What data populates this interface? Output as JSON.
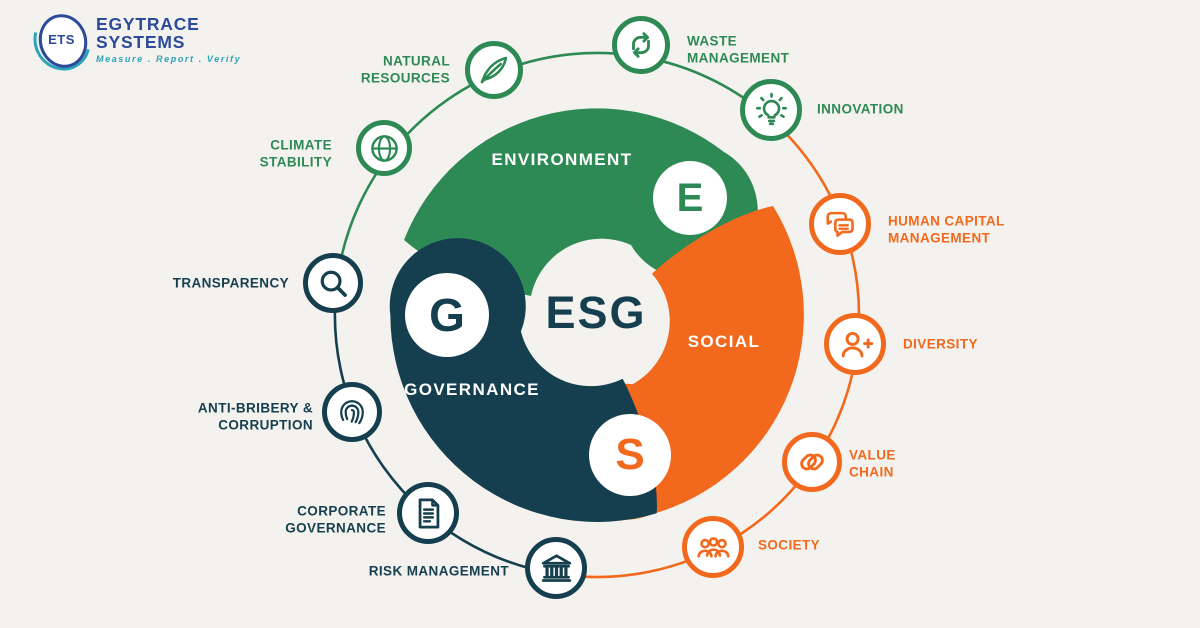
{
  "colors": {
    "green": "#2e8a55",
    "orange": "#f2691d",
    "dark": "#153f4e",
    "background": "#f4f2ee",
    "logo_blue": "#2b4a9b",
    "logo_teal": "#2ba3b8",
    "white": "#ffffff"
  },
  "logo": {
    "mark": "ETS",
    "name_line1": "EGYTRACE",
    "name_line2": "SYSTEMS",
    "tagline": "Measure . Report . Verify"
  },
  "center": {
    "title": "ESG",
    "segments": [
      {
        "id": "environment",
        "label": "ENVIRONMENT",
        "letter": "E",
        "color": "green"
      },
      {
        "id": "social",
        "label": "SOCIAL",
        "letter": "S",
        "color": "orange"
      },
      {
        "id": "governance",
        "label": "GOVERNANCE",
        "letter": "G",
        "color": "dark"
      }
    ]
  },
  "nodes": [
    {
      "id": "natural-resources",
      "label": "NATURAL RESOURCES",
      "icon": "leaf-icon",
      "color": "green"
    },
    {
      "id": "waste-management",
      "label": "WASTE MANAGEMENT",
      "icon": "recycle-icon",
      "color": "green"
    },
    {
      "id": "innovation",
      "label": "INNOVATION",
      "icon": "lightbulb-icon",
      "color": "green"
    },
    {
      "id": "human-capital-management",
      "label": "HUMAN CAPITAL MANAGEMENT",
      "icon": "chat-bubbles-icon",
      "color": "orange"
    },
    {
      "id": "diversity",
      "label": "DIVERSITY",
      "icon": "person-plus-icon",
      "color": "orange"
    },
    {
      "id": "value-chain",
      "label": "VALUE CHAIN",
      "icon": "chain-link-icon",
      "color": "orange"
    },
    {
      "id": "society",
      "label": "SOCIETY",
      "icon": "people-group-icon",
      "color": "orange"
    },
    {
      "id": "risk-management",
      "label": "RISK MANAGEMENT",
      "icon": "bank-icon",
      "color": "dark"
    },
    {
      "id": "corporate-governance",
      "label": "CORPORATE GOVERNANCE",
      "icon": "document-icon",
      "color": "dark"
    },
    {
      "id": "anti-bribery-corruption",
      "label": "ANTI-BRIBERY & CORRUPTION",
      "icon": "fingerprint-icon",
      "color": "dark"
    },
    {
      "id": "transparency",
      "label": "TRANSPARENCY",
      "icon": "magnifier-icon",
      "color": "dark"
    },
    {
      "id": "climate-stability",
      "label": "CLIMATE STABILITY",
      "icon": "globe-icon",
      "color": "green"
    }
  ]
}
